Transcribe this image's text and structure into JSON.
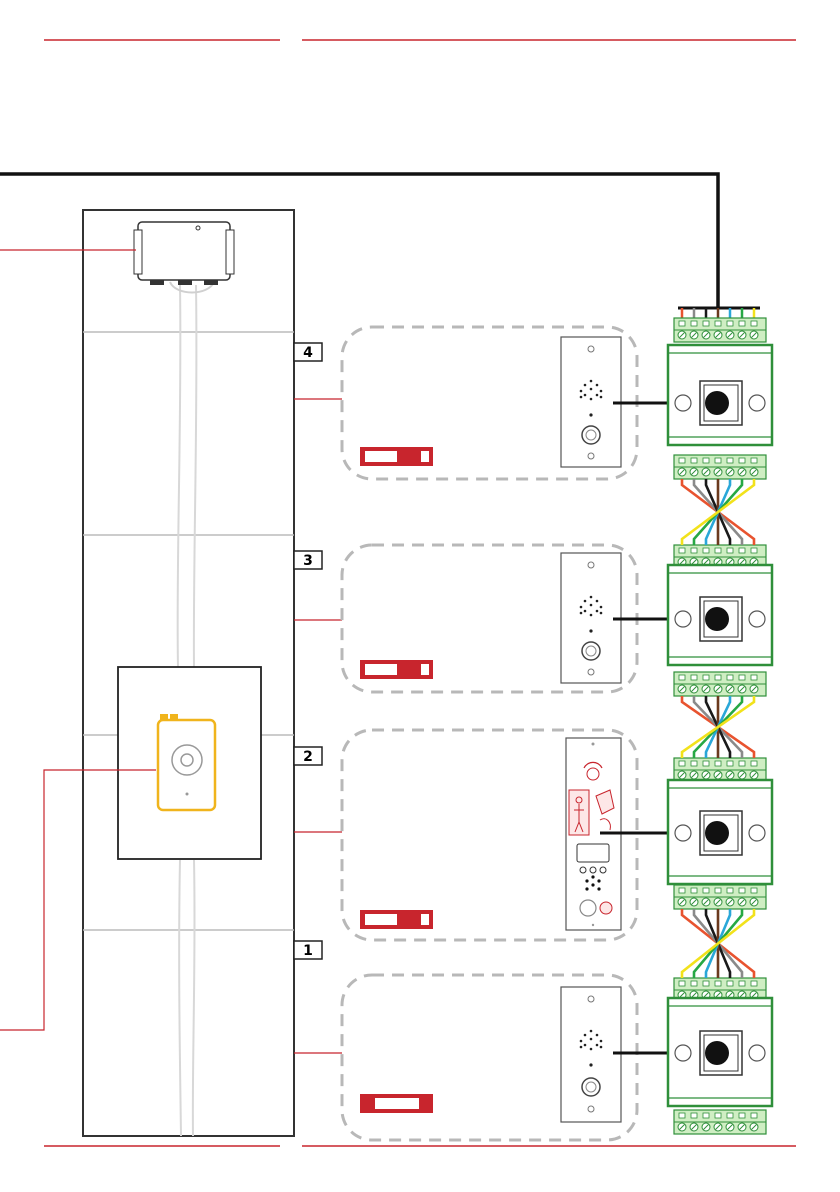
{
  "floors": [
    {
      "number": "4",
      "panel": "station"
    },
    {
      "number": "3",
      "panel": "station"
    },
    {
      "number": "2",
      "panel": "car-panel"
    },
    {
      "number": "1",
      "panel": "station"
    }
  ],
  "wire_colors": [
    "#e8532f",
    "#8a8a8a",
    "#1a1a1a",
    "#6b3a1e",
    "#2aa7d8",
    "#27a844",
    "#f2e21b"
  ],
  "colors": {
    "accent_red": "#c8252d",
    "terminal_green": "#2f8f3a",
    "terminal_light": "#cfeec3",
    "shaft_line": "#333333",
    "dashed_frame": "#b8b8b8",
    "car_yellow": "#f0b41c"
  },
  "icons": [
    "speaker-grille-icon",
    "call-button-icon",
    "rj45-socket-icon",
    "accessibility-pictogram-icon",
    "braille-button-icon"
  ]
}
